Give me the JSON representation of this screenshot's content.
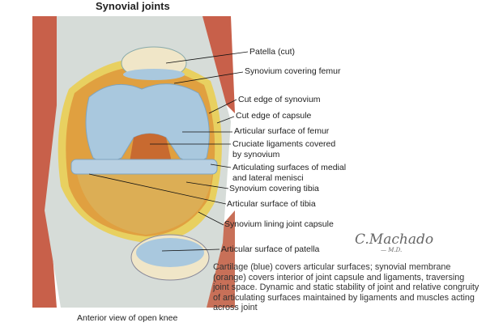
{
  "title": "Synovial joints",
  "labels": [
    "Patella (cut)",
    "Synovium covering femur",
    "Cut edge of synovium",
    "Cut edge of capsule",
    "Articular surface of femur",
    "Cruciate ligaments covered",
    "by synovium",
    "Articulating surfaces of medial",
    "and lateral menisci",
    "Synovium covering tibia",
    "Articular surface of tibia",
    "Synovium lining joint capsule",
    "Articular surface of patella"
  ],
  "caption": "Cartilage (blue) covers articular surfaces; synovial membrane (orange) covers interior of joint capsule and ligaments, traversing joint space. Dynamic and static stability of joint and relative congruity of articulating surfaces maintained by ligaments and muscles acting across joint",
  "view_label": "Anterior view of open knee",
  "signature": "C. Machado M.D.",
  "colors": {
    "cartilage": "#a9c8de",
    "synovium": "#e0a040",
    "muscle": "#c8604a",
    "capsule": "#e8d060"
  }
}
